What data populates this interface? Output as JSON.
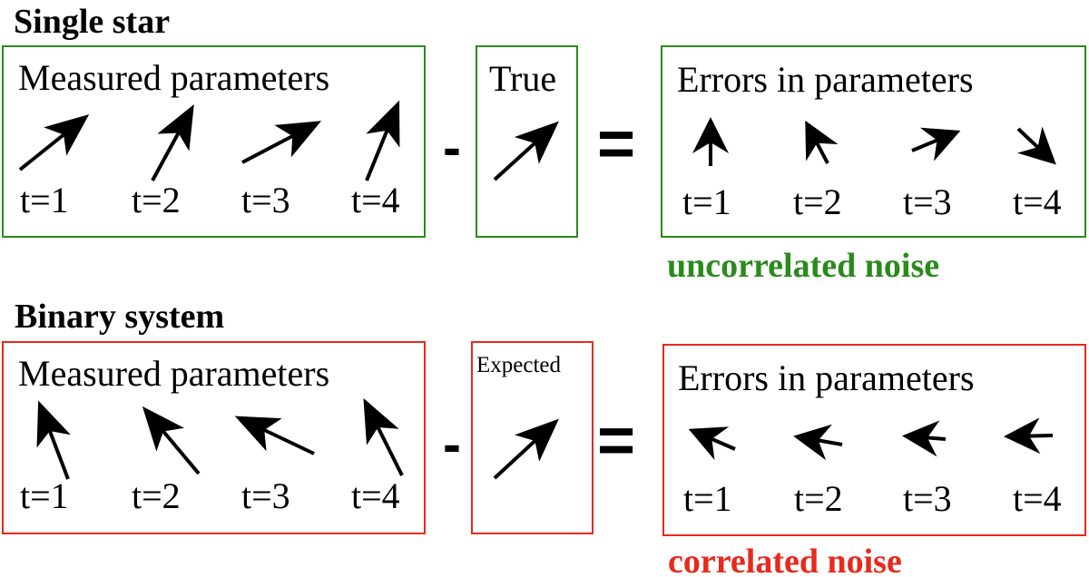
{
  "colors": {
    "single_box": "#2a8a1c",
    "binary_box": "#e8291b",
    "uncorrelated_text": "#2a8a1c",
    "correlated_text": "#e8291b",
    "arrow": "#000000"
  },
  "single": {
    "heading": "Single star",
    "measured_title": "Measured parameters",
    "true_title": "True",
    "errors_title": "Errors in parameters",
    "minus": "-",
    "equals": "=",
    "caption": "uncorrelated noise",
    "time_labels": [
      "t=1",
      "t=2",
      "t=3",
      "t=4"
    ]
  },
  "binary": {
    "heading": "Binary system",
    "measured_title": "Measured parameters",
    "expected_title": "Expected",
    "errors_title": "Errors in parameters",
    "minus": "-",
    "equals": "=",
    "caption": "correlated noise",
    "time_labels": [
      "t=1",
      "t=2",
      "t=3",
      "t=4"
    ]
  }
}
